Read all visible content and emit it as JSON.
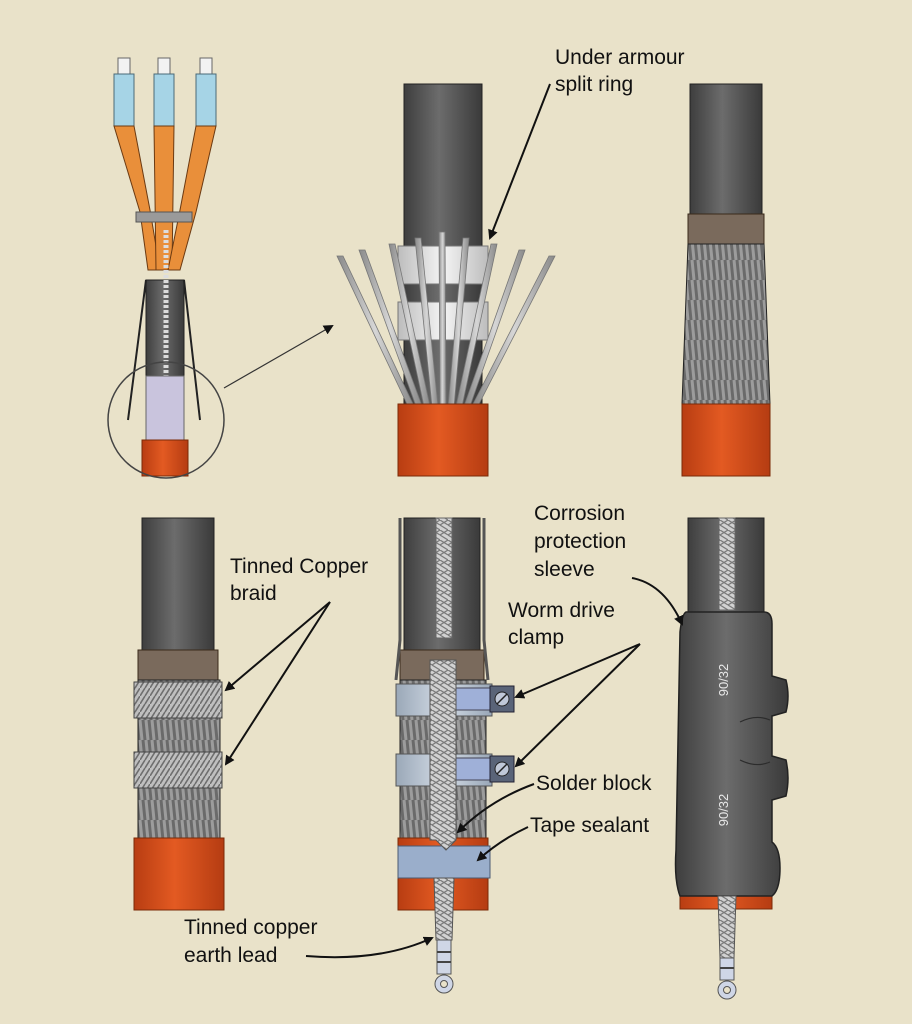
{
  "labels": {
    "under_armour_split_ring": [
      "Under armour",
      "split ring"
    ],
    "tinned_copper_braid": [
      "Tinned Copper",
      "braid"
    ],
    "corrosion_protection_sleeve": [
      "Corrosion",
      "protection",
      "sleeve"
    ],
    "worm_drive_clamp": [
      "Worm drive",
      "clamp"
    ],
    "solder_block": "Solder block",
    "tape_sealant": "Tape sealant",
    "tinned_copper_earth_lead": [
      "Tinned copper",
      "earth lead"
    ]
  },
  "sleeve_marks": [
    "90/32",
    "90/32"
  ],
  "colors": {
    "background": "#e9e2c9",
    "outer_sheath": "#5a5a5a",
    "bedding": "#d8501c",
    "core_insulation": "#e98f3a",
    "conductor": "#a6d4e6",
    "armour_wire": "#a3a3a3"
  }
}
